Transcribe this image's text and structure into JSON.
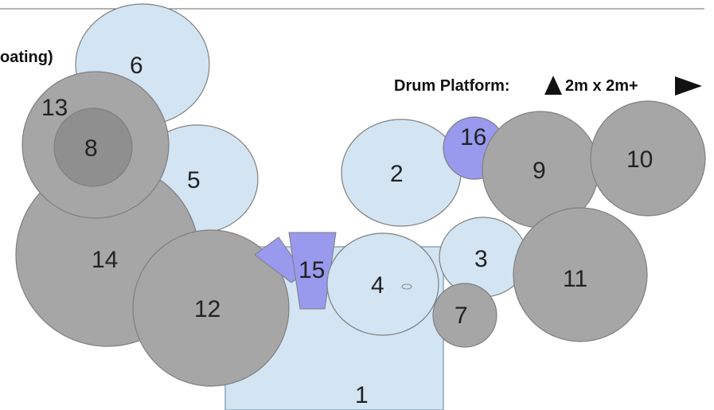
{
  "header_fragment": "oating)",
  "platform_label": "Drum Platform:",
  "platform_size": "2m x 2m+",
  "pieces": {
    "p1": "1",
    "p2": "2",
    "p3": "3",
    "p4": "4",
    "p5": "5",
    "p6": "6",
    "p7": "7",
    "p8": "8",
    "p9": "9",
    "p10": "10",
    "p11": "11",
    "p12": "12",
    "p13": "13",
    "p14": "14",
    "p15": "15",
    "p16": "16"
  },
  "colors": {
    "light_blue": "#d3e5f3",
    "gray": "#a6a6a6",
    "dark_gray": "#8f8f8f",
    "purple": "#9999ee",
    "outline": "#7f7f7f"
  }
}
